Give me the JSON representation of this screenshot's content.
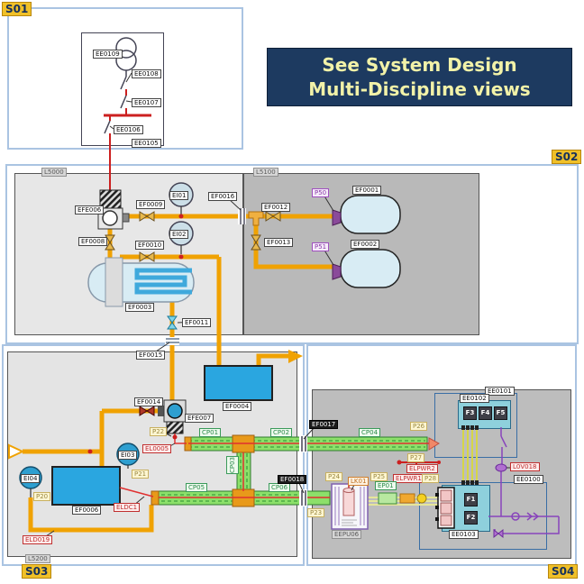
{
  "banner": {
    "line1": "See System Design",
    "line2": "Multi-Discipline views"
  },
  "sections": {
    "s01": "S01",
    "s02": "S02",
    "s03": "S03",
    "s04": "S04"
  },
  "buttons": {
    "f1": "F1",
    "f2": "F2",
    "f3": "F3",
    "f4": "F4",
    "f5": "F5"
  },
  "colors": {
    "section_border": "#aac4e2",
    "banner_bg": "#1d3a60",
    "banner_text": "#f2f2a8",
    "pipe_orange": "#f0a202",
    "pipe_green": "#8ce06a",
    "line_red": "#cc2020",
    "line_purple": "#8844bb",
    "tank_blue": "#2aa6e0",
    "vessel_fill": "#d8ecf4",
    "tag_bg": "#f0c028"
  },
  "labels": {
    "ee0109": "EE0109",
    "ee0108": "EE0108",
    "ee0107": "EE0107",
    "ee0106": "EE0106",
    "ee0105": "EE0105",
    "l5000": "L5000",
    "l5100": "L5100",
    "l5200": "L5200",
    "efe006": "EFE006",
    "ef0009": "EF0009",
    "ei01": "EI01",
    "ef0016": "EF0016",
    "ef0012": "EF0012",
    "ef0001": "EF0001",
    "p50": "P50",
    "ef0013": "EF0013",
    "ef0002": "EF0002",
    "p51": "P51",
    "ef0008": "EF0008",
    "ef0010": "EF0010",
    "ei02": "EI02",
    "ef0003": "EF0003",
    "ef0011": "EF0011",
    "ef0015": "EF0015",
    "ef0004": "EF0004",
    "ef0014": "EF0014",
    "efe007": "EFE007",
    "p22": "P22",
    "el0005": "EL0005",
    "cp01": "CP01",
    "cp02": "CP02",
    "cp03": "CP03",
    "cp04": "CP04",
    "cp05": "CP05",
    "cp06": "CP06",
    "ei03": "EI03",
    "p21": "P21",
    "ei04": "EI04",
    "p20": "P20",
    "ef0006": "EF0006",
    "eldc1": "ELDC1",
    "eld019": "ELD019",
    "ef0017": "EF0017",
    "ef0018": "EF0018",
    "p23": "P23",
    "p24": "P24",
    "p25": "P25",
    "p26": "P26",
    "p27": "P27",
    "p28": "P28",
    "lk01": "LK01",
    "elpwr1": "ELPWR1",
    "elpwr2": "ELPWR2",
    "ep01": "EP01",
    "eepu06": "EEPU06",
    "ee0101": "EE0101",
    "ee0102": "EE0102",
    "ee0100": "EE0100",
    "ee0103": "EE0103",
    "l0v018": "L0V018"
  }
}
